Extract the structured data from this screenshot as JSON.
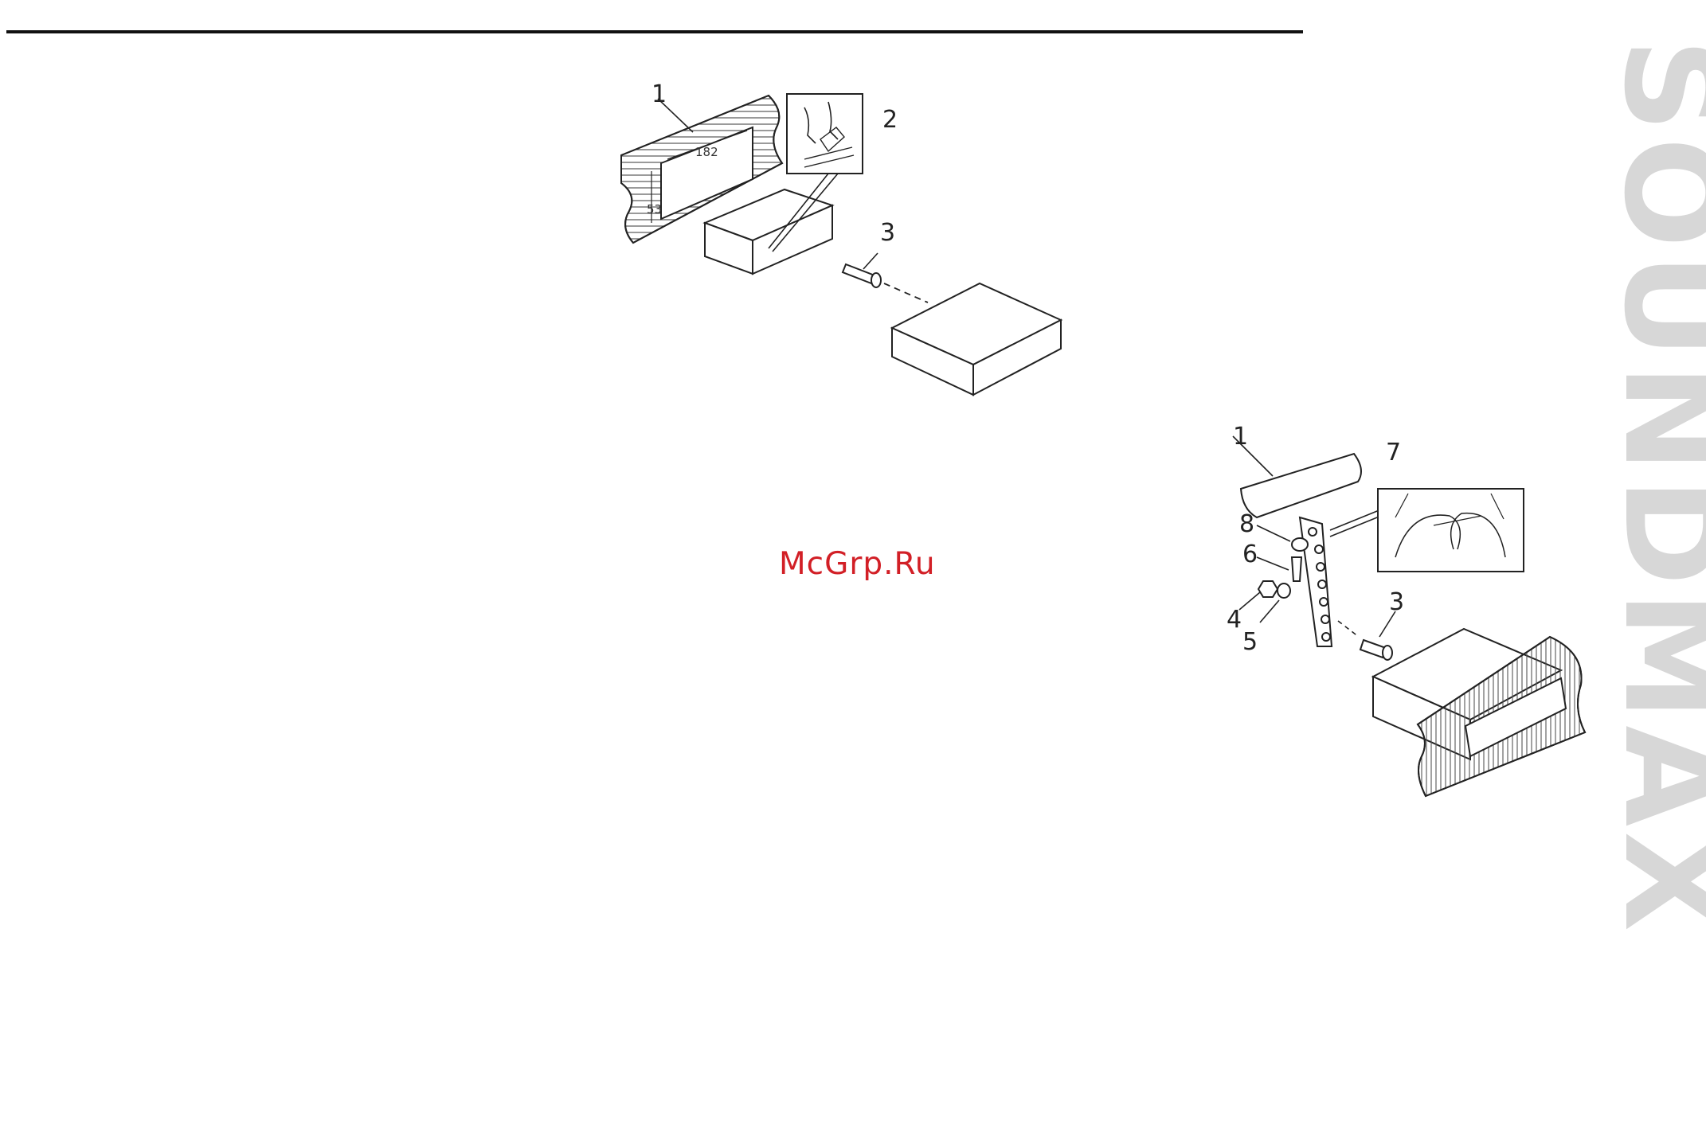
{
  "page": {
    "brand": "SOUNDMAX",
    "watermark": "McGrp.Ru"
  },
  "figure_top": {
    "callouts": [
      "1",
      "2",
      "3"
    ],
    "dimensions": {
      "width": "182",
      "height": "53"
    }
  },
  "figure_right": {
    "callouts": [
      "1",
      "7",
      "8",
      "6",
      "4",
      "5",
      "3"
    ]
  }
}
